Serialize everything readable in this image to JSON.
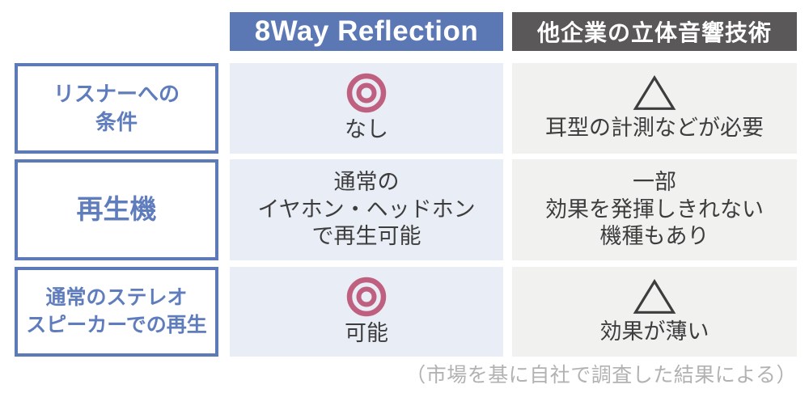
{
  "table": {
    "columns": [
      {
        "id": "ours",
        "label": "8Way Reflection",
        "header_bg": "#5b78b5",
        "cell_bg": "#e9edf6"
      },
      {
        "id": "others",
        "label": "他企業の立体音響技術",
        "header_bg": "#5a5858",
        "cell_bg": "#f1f1f0"
      }
    ],
    "rows": [
      {
        "label": "リスナーへの\n条件",
        "ours": {
          "icon": "double-circle-icon",
          "rating": "◎",
          "text": "なし"
        },
        "others": {
          "icon": "triangle-icon",
          "rating": "△",
          "text": "耳型の計測などが必要"
        }
      },
      {
        "label": "再生機",
        "ours": {
          "icon": null,
          "rating": null,
          "text": "通常の\nイヤホン・ヘッドホン\nで再生可能"
        },
        "others": {
          "icon": null,
          "rating": null,
          "text": "一部\n効果を発揮しきれない\n機種もあり"
        }
      },
      {
        "label": "通常のステレオ\nスピーカーでの再生",
        "ours": {
          "icon": "double-circle-icon",
          "rating": "◎",
          "text": "可能"
        },
        "others": {
          "icon": "triangle-icon",
          "rating": "△",
          "text": "効果が薄い"
        }
      }
    ]
  },
  "footer": {
    "note": "（市場を基に自社で調査した結果による）"
  },
  "icons": {
    "double-circle-icon": {
      "glyph": "◎",
      "color": "#c06080",
      "meaning": "best / excellent"
    },
    "triangle-icon": {
      "glyph": "△",
      "color": "#3d3d3d",
      "meaning": "partial / weak"
    }
  },
  "colors": {
    "accent_blue": "#5b78b5",
    "dark_header_gray": "#5a5858",
    "ours_cell_bg": "#e9edf6",
    "others_cell_bg": "#f1f1f0",
    "label_border_blue": "#5d7ab8",
    "label_text_blue": "#5f7dbd",
    "body_text": "#3d3d3d",
    "rating_pink": "#c06080",
    "footer_gray": "#b2b2b2"
  },
  "chart_data": {
    "type": "table",
    "title": "8Way Reflection vs 他企業の立体音響技術",
    "columns": [
      "",
      "8Way Reflection",
      "他企業の立体音響技術"
    ],
    "rows": [
      [
        "リスナーへの条件",
        "◎ なし",
        "△ 耳型の計測などが必要"
      ],
      [
        "再生機",
        "通常のイヤホン・ヘッドホンで再生可能",
        "一部 効果を発揮しきれない機種もあり"
      ],
      [
        "通常のステレオスピーカーでの再生",
        "◎ 可能",
        "△ 効果が薄い"
      ]
    ],
    "note": "（市場を基に自社で調査した結果による）"
  }
}
